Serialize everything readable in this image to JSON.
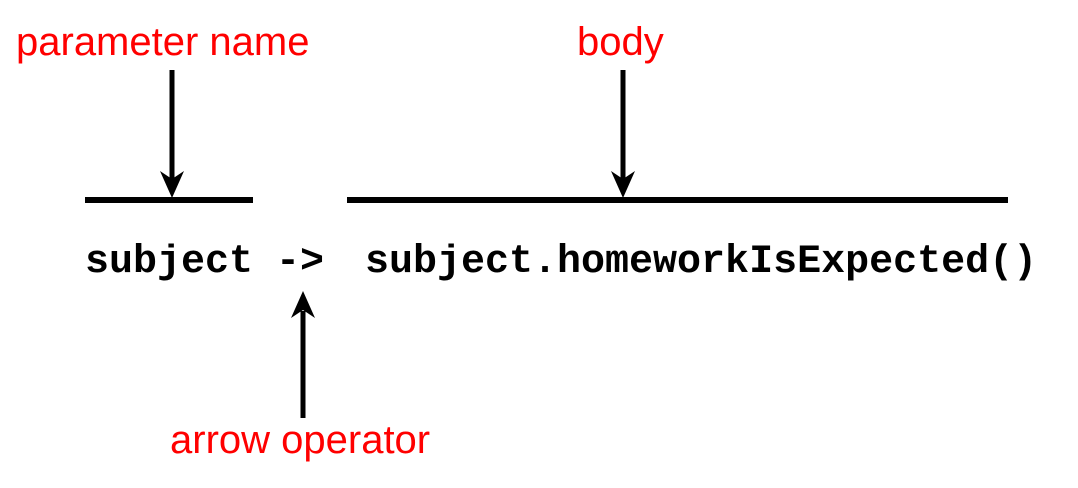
{
  "diagram": {
    "title_hidden": "",
    "code": {
      "parameter": "subject",
      "arrow_operator": "->",
      "body": "subject.homeworkIsExpected()",
      "full_expression": "subject -> subject.homeworkIsExpected()"
    },
    "annotations": {
      "parameter_label": "parameter name",
      "body_label": "body",
      "arrow_operator_label": "arrow operator"
    },
    "colors": {
      "annotation": "#ff0000",
      "code": "#000000",
      "line": "#000000",
      "background": "#ffffff"
    }
  }
}
